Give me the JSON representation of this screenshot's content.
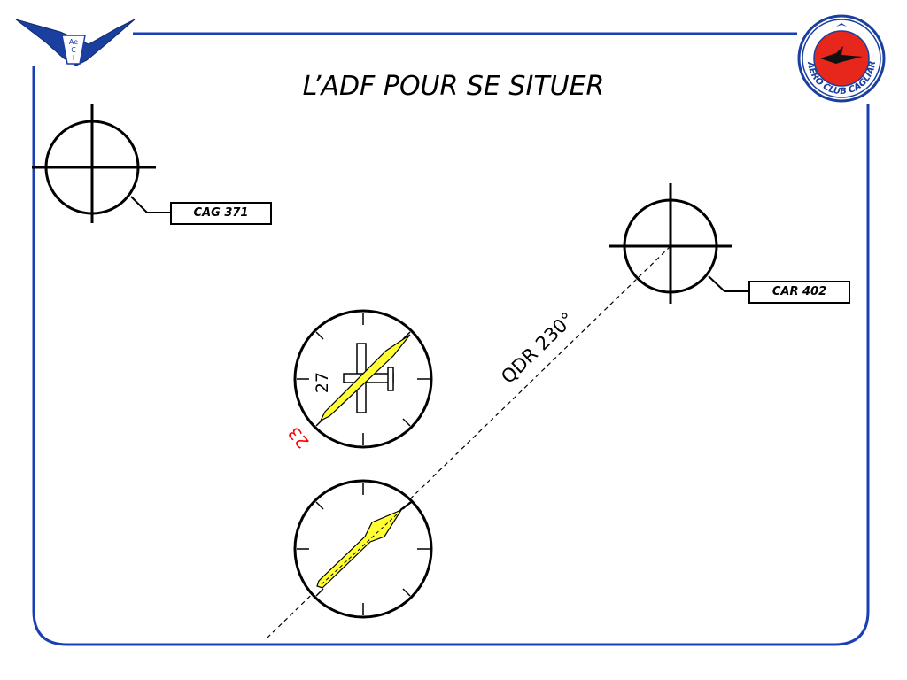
{
  "slide": {
    "title": "L’ADF POUR SE SITUER",
    "colors": {
      "frame": "#1a3fb5",
      "needle": "#ffff33",
      "relative_bearing": "#ff0000",
      "logo_red": "#e8271c",
      "logo_wing": "#1a3f9e"
    }
  },
  "logos": {
    "left": {
      "letters": [
        "Ae",
        "C",
        "I"
      ],
      "icon": "aeci-wing-logo"
    },
    "right": {
      "text": "AERO CLUB CAGLIARI",
      "icon": "aero-club-cagliari-logo"
    }
  },
  "stations": {
    "cag": {
      "label": "CAG 371",
      "icon": "ndb-station-icon"
    },
    "car": {
      "label": "CAR 402",
      "icon": "ndb-station-icon"
    }
  },
  "bearing_line": {
    "label": "QDR 230°",
    "qdr_deg": 230
  },
  "adf_upper": {
    "heading_label": "27",
    "bearing_label": "23",
    "icon": "airplane-icon"
  },
  "adf_lower": {
    "icon": "adf-needle-icon"
  }
}
